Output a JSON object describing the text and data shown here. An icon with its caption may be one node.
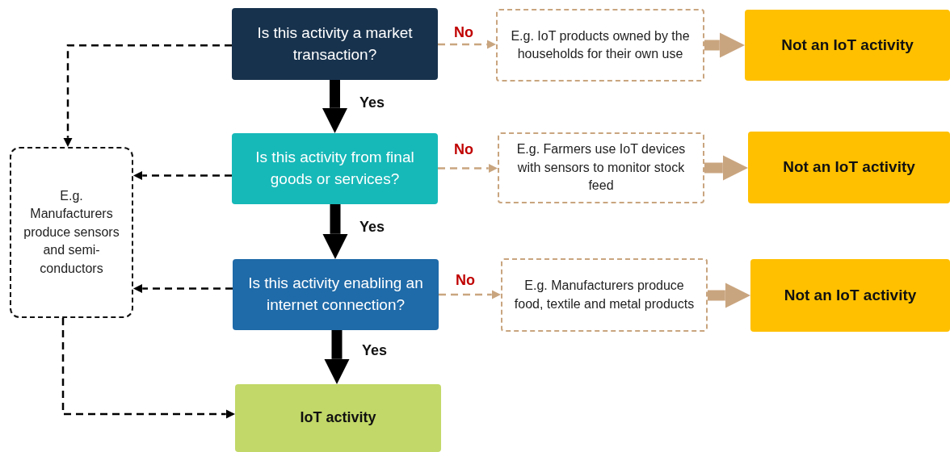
{
  "diagram": {
    "nodes": [
      {
        "text": [
          "Is this activity a market transaction?"
        ]
      },
      {
        "text": [
          "E.g. IoT products owned by the households for their own use"
        ]
      },
      {
        "text": [
          "Not an IoT activity"
        ]
      },
      {
        "text": [
          "Is this activity from final goods or services?"
        ]
      },
      {
        "text": [
          "E.g. Farmers use IoT devices with sensors to monitor stock feed"
        ]
      },
      {
        "text": [
          "Not an IoT activity"
        ]
      },
      {
        "text": [
          "E.g. Manufacturers produce sensors and semi-conductors"
        ]
      },
      {
        "text": [
          "Is this activity enabling an internet connection?"
        ]
      },
      {
        "text": [
          "E.g. Manufacturers produce food, textile and metal products"
        ]
      },
      {
        "text": [
          "Not an IoT activity"
        ]
      },
      {
        "text": [
          "IoT activity"
        ]
      }
    ],
    "edges": [
      {
        "from": 0,
        "to": 1,
        "arrow": "to",
        "label": "No",
        "style": "dashed",
        "color": "#c9a57f"
      },
      {
        "from": 1,
        "to": 2,
        "arrow": "to",
        "style": "thick",
        "color": "#c9a57f"
      },
      {
        "from": 0,
        "to": 3,
        "arrow": "to",
        "label": "Yes",
        "style": "thick"
      },
      {
        "from": 3,
        "to": 4,
        "arrow": "to",
        "label": "No",
        "style": "dashed",
        "color": "#c9a57f"
      },
      {
        "from": 4,
        "to": 5,
        "arrow": "to",
        "style": "thick",
        "color": "#c9a57f"
      },
      {
        "from": 3,
        "to": 7,
        "arrow": "to",
        "label": "Yes",
        "style": "thick"
      },
      {
        "from": 7,
        "to": 8,
        "arrow": "to",
        "label": "No",
        "style": "dashed",
        "color": "#c9a57f"
      },
      {
        "from": 8,
        "to": 9,
        "arrow": "to",
        "style": "thick",
        "color": "#c9a57f"
      },
      {
        "from": 7,
        "to": 10,
        "arrow": "to",
        "label": "Yes",
        "style": "thick"
      },
      {
        "from": 0,
        "to": 6,
        "arrow": "to",
        "style": "dashed"
      },
      {
        "from": 3,
        "to": 6,
        "arrow": "to",
        "style": "dashed"
      },
      {
        "from": 7,
        "to": 6,
        "arrow": "to",
        "style": "dashed"
      },
      {
        "from": 6,
        "to": 10,
        "arrow": "to",
        "style": "dashed"
      }
    ]
  }
}
